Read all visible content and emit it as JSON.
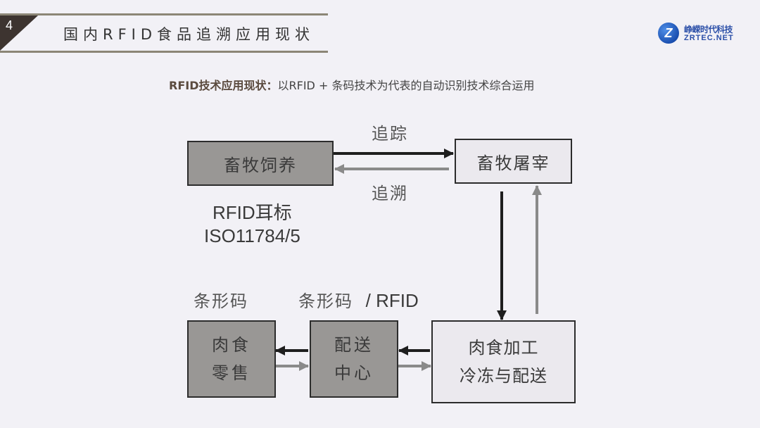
{
  "header": {
    "slide_number": "4",
    "title": "国内RFID食品追溯应用现状"
  },
  "logo": {
    "icon": "zrtec-logo-icon",
    "icon_glyph": "Z",
    "name_cn": "峥嵘时代科技",
    "name_en": "ZRTEC.NET",
    "brand_color": "#2b4fa8"
  },
  "subtitle": {
    "bold": "RFID技术应用现状：",
    "text": "以RFID + 条码技术为代表的自动识别技术综合运用"
  },
  "diagram": {
    "nodes": {
      "livestock_farming": {
        "lines": [
          "畜牧饲养"
        ],
        "style": "dark"
      },
      "livestock_slaughter": {
        "lines": [
          "畜牧屠宰"
        ],
        "style": "light"
      },
      "meat_processing": {
        "lines": [
          "肉食加工",
          "冷冻与配送"
        ],
        "style": "light"
      },
      "distribution_center": {
        "lines": [
          "配送",
          "中心"
        ],
        "style": "dark"
      },
      "meat_retail": {
        "lines": [
          "肉食",
          "零售"
        ],
        "style": "dark"
      }
    },
    "labels": {
      "track": "追踪",
      "trace": "追溯",
      "rfid_ear_tag": "RFID耳标",
      "iso_standard": "ISO11784/5",
      "barcode": "条形码",
      "barcode_rfid_cn": "条形码",
      "barcode_rfid_en": "/ RFID"
    },
    "colors": {
      "forward_arrow": "#1e1e1e",
      "backward_arrow": "#8a8a8a",
      "dark_node": "#999795",
      "light_node": "#ebe9ee"
    }
  }
}
